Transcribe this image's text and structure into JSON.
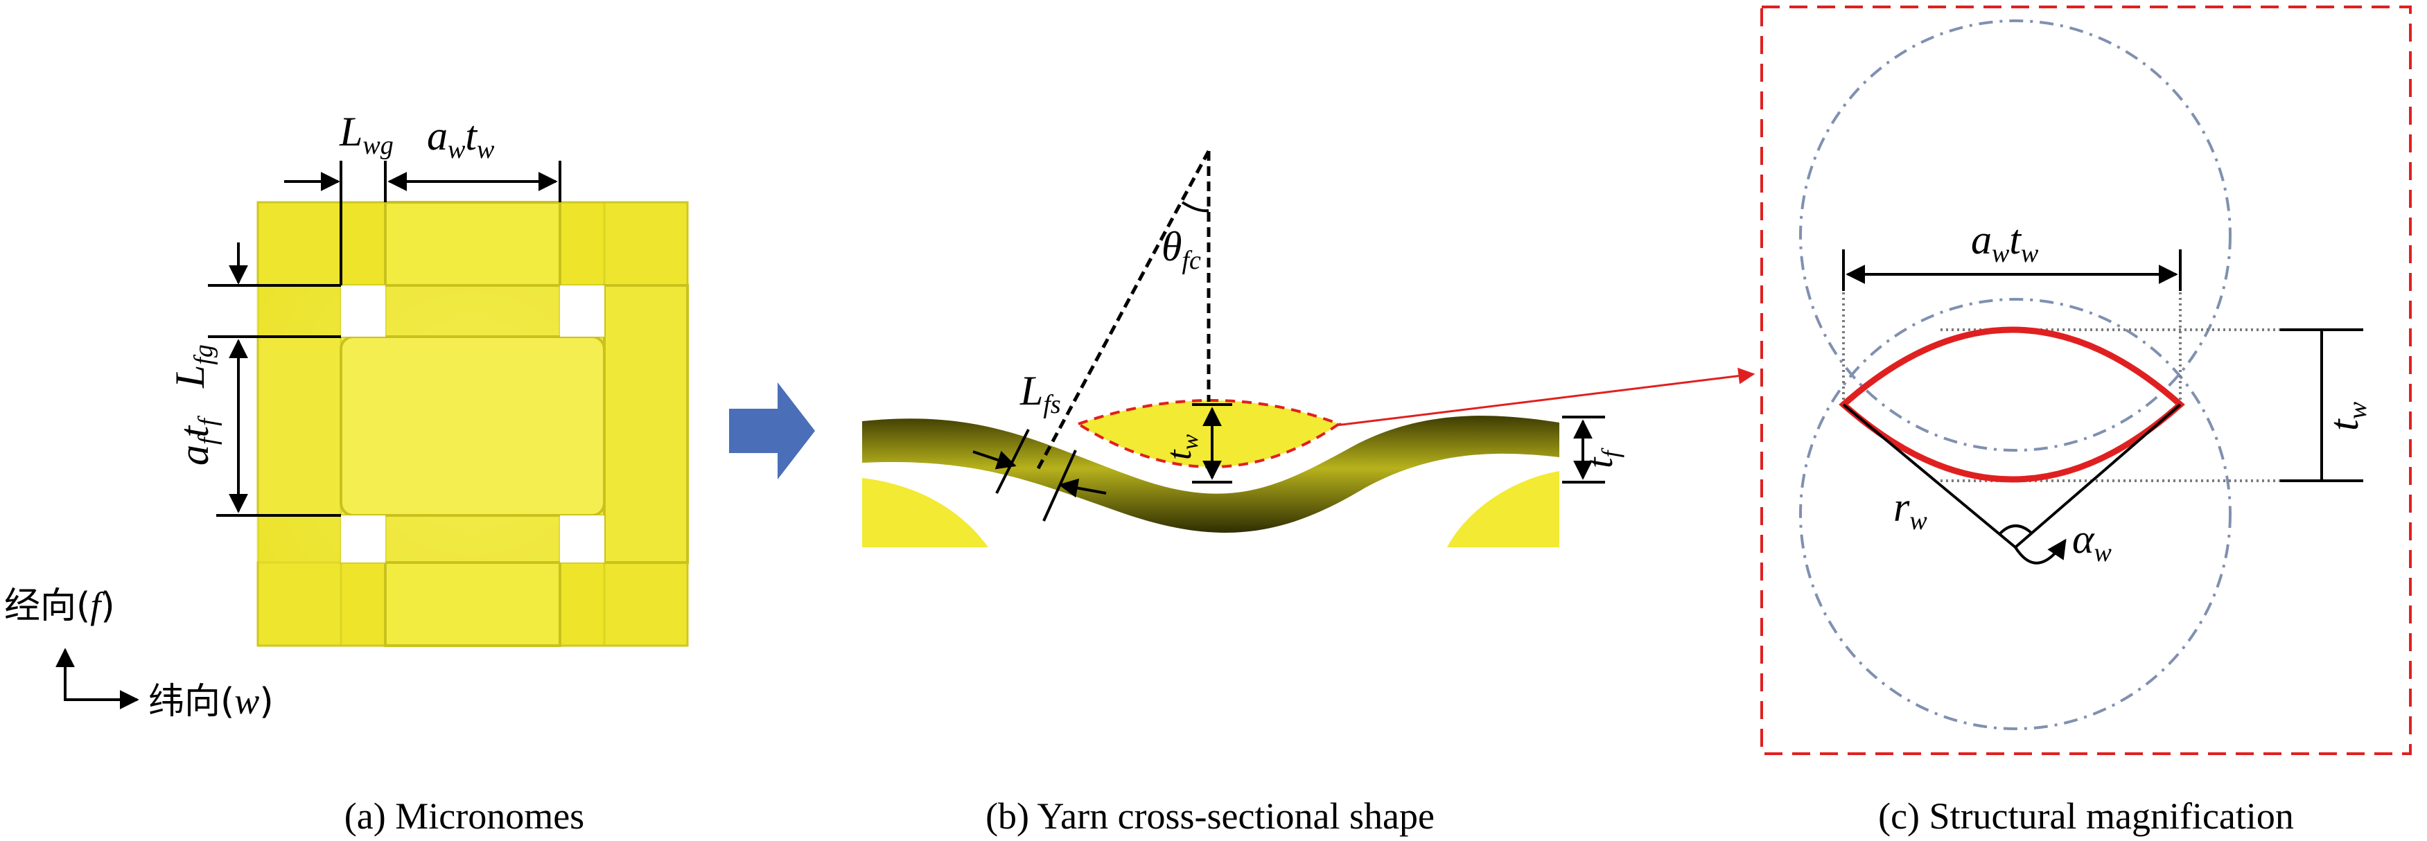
{
  "colors": {
    "yarn_fill": "#f2ea33",
    "yarn_edge": "#c9c21c",
    "twisted_yarn": "#8c8a10",
    "arrow_blue": "#4a6fb8",
    "red_accent": "#e02020",
    "dash_circle": "#8090b0"
  },
  "panel_a": {
    "caption": "(a) Micronomes",
    "labels": {
      "Lwg": {
        "main": "L",
        "sub": "wg"
      },
      "awtw": {
        "a": "a",
        "asub": "w",
        "t": "t",
        "tsub": "w"
      },
      "Lfg": {
        "main": "L",
        "sub": "fg"
      },
      "aftf": {
        "a": "a",
        "asub": "f",
        "t": "t",
        "tsub": "f"
      }
    }
  },
  "axes": {
    "warp_label": "经向(",
    "warp_var": "f",
    "weft_label": "纬向(",
    "weft_var": "w",
    "close": ")"
  },
  "panel_b": {
    "caption": "(b) Yarn cross-sectional shape",
    "labels": {
      "theta": {
        "main": "θ",
        "sub": "fc"
      },
      "Lfs": {
        "main": "L",
        "sub": "fs"
      },
      "tw": {
        "main": "t",
        "sub": "w"
      },
      "tf": {
        "main": "t",
        "sub": "f"
      }
    }
  },
  "panel_c": {
    "caption": "(c) Structural magnification",
    "labels": {
      "awtw": {
        "a": "a",
        "asub": "w",
        "t": "t",
        "tsub": "w"
      },
      "tw": {
        "main": "t",
        "sub": "w"
      },
      "rw": {
        "main": "r",
        "sub": "w"
      },
      "alpha": {
        "main": "α",
        "sub": "w"
      }
    }
  }
}
